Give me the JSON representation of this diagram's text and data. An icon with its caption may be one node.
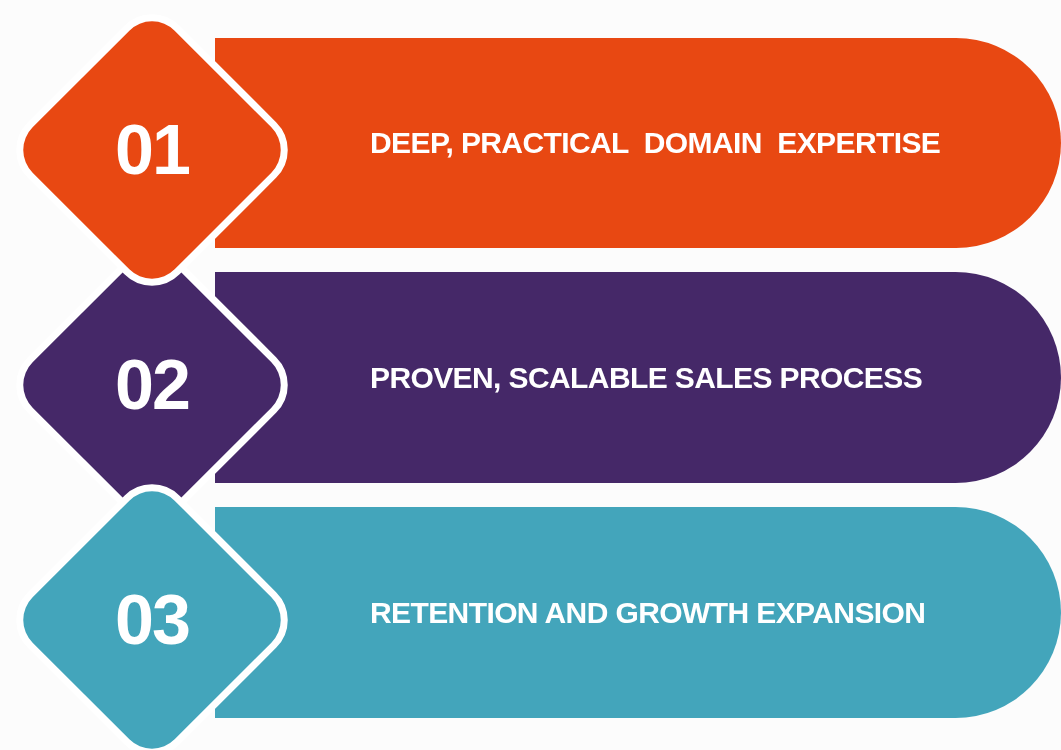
{
  "diagram": {
    "nodes": [
      {
        "text": [
          "01"
        ]
      },
      {
        "text": [
          "DEEP, PRACTICAL  DOMAIN  EXPERTISE"
        ]
      },
      {
        "text": [
          "02"
        ]
      },
      {
        "text": [
          "PROVEN, SCALABLE SALES PROCESS"
        ]
      },
      {
        "text": [
          "03"
        ]
      },
      {
        "text": [
          "RETENTION AND GROWTH EXPANSION"
        ]
      }
    ]
  }
}
